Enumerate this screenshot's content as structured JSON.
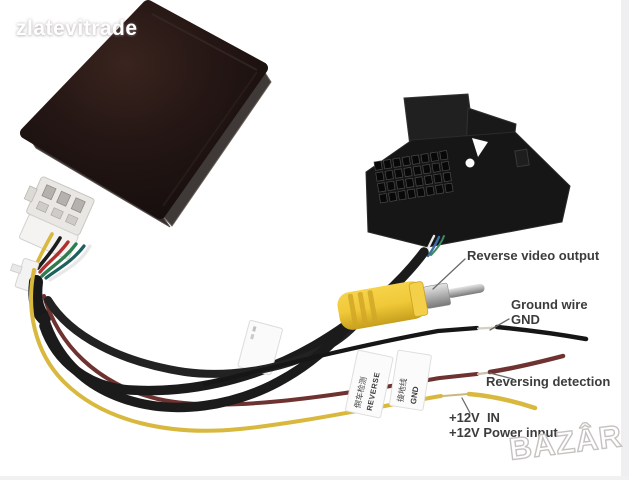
{
  "photo": {
    "watermark_seller": "zlatevitrade",
    "watermark_marketplace": "BAZÂR"
  },
  "annotations": {
    "reverse_video": "Reverse video output",
    "ground_wire_line1": "Ground wire",
    "ground_wire_line2": "GND",
    "reversing_detection": "Reversing detection",
    "power_line1": "+12V  IN",
    "power_line2": "+12V Power input"
  },
  "wire_tags": {
    "reverse_tag_cn": "倒车检测",
    "reverse_tag_en": "REVERSE",
    "ground_tag_cn": "接地线",
    "ground_tag_en": "GND"
  },
  "colors": {
    "background": "#ffffff",
    "box_black": "#1b110f",
    "connector_black": "#161616",
    "wire_yellow": "#d9b83e",
    "wire_maroon": "#6e3231",
    "rca_yellow": "#f0c938",
    "metal_silver": "#b5b5b5",
    "label_text": "#3c3c3c"
  }
}
